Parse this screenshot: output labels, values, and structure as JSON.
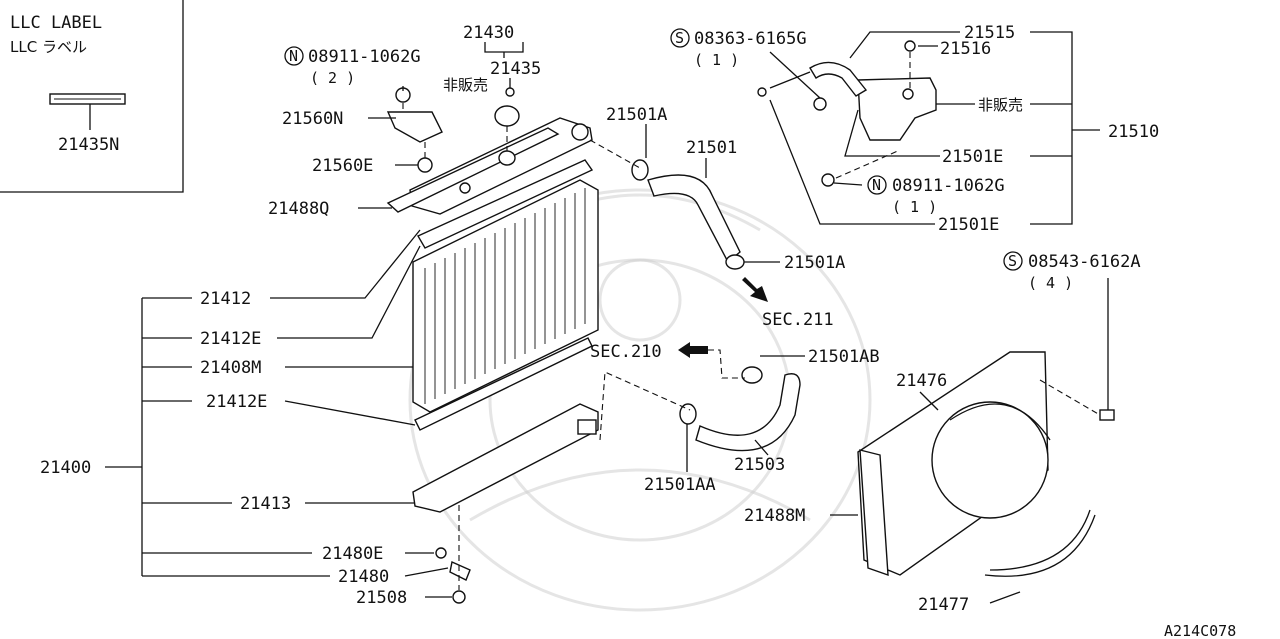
{
  "llc_box": {
    "title_en": "LLC LABEL",
    "title_jp": "LLC ラベル",
    "part": "21435N"
  },
  "labels": {
    "p21430": "21430",
    "p21435": "21435",
    "not_for_sale_1": "非販売",
    "n_08911_a": "08911-1062G",
    "n_08911_a_qty": "( 2 )",
    "p21560N": "21560N",
    "p21560E": "21560E",
    "p21488Q": "21488Q",
    "p21412": "21412",
    "p21412E_a": "21412E",
    "p21408M": "21408M",
    "p21412E_b": "21412E",
    "p21400": "21400",
    "p21413": "21413",
    "p21480E": "21480E",
    "p21480": "21480",
    "p21508": "21508",
    "p21501A_a": "21501A",
    "p21501": "21501",
    "p21501A_b": "21501A",
    "sec211": "SEC.211",
    "sec210": "SEC.210",
    "p21501AB": "21501AB",
    "p21503": "21503",
    "p21501AA": "21501AA",
    "s_08363": "08363-6165G",
    "s_08363_qty": "( 1 )",
    "p21515": "21515",
    "p21516": "21516",
    "not_for_sale_2": "非販売",
    "p21510": "21510",
    "p21501E_a": "21501E",
    "n_08911_b": "08911-1062G",
    "n_08911_b_qty": "( 1 )",
    "p21501E_b": "21501E",
    "s_08543": "08543-6162A",
    "s_08543_qty": "( 4 )",
    "p21476": "21476",
    "p21488M": "21488M",
    "p21477": "21477",
    "figure_id": "A214C078"
  },
  "symbols": {
    "n": "N",
    "s": "S"
  }
}
